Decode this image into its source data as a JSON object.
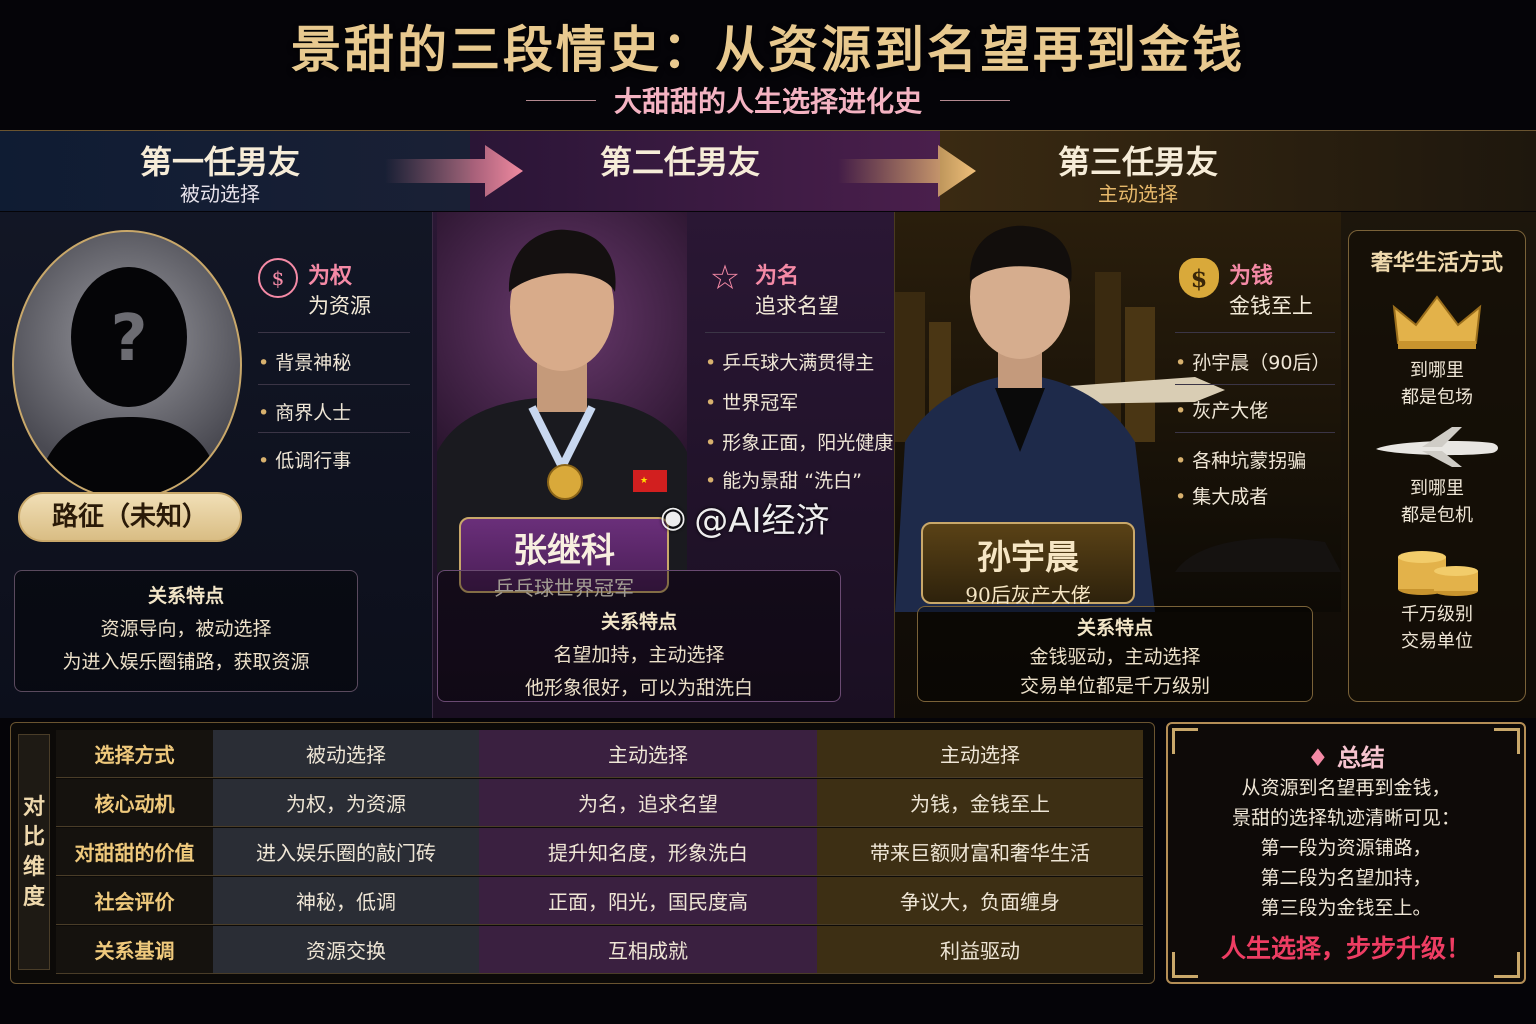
{
  "title": "景甜的三段情史：从资源到名望再到金钱",
  "subtitle": "大甜甜的人生选择进化史",
  "columns": [
    {
      "header": "第一任男友",
      "sub": "被动选择"
    },
    {
      "header": "第二任男友",
      "sub": ""
    },
    {
      "header": "第三任男友",
      "sub": "主动选择"
    }
  ],
  "bf1": {
    "name": "路征（未知）",
    "tag_title": "为权",
    "tag_sub": "为资源",
    "bullets": [
      "背景神秘",
      "商界人士",
      "低调行事"
    ],
    "rel_title": "关系特点",
    "rel_lines": [
      "资源导向，被动选择",
      "为进入娱乐圈铺路，获取资源"
    ]
  },
  "bf2": {
    "name": "张继科",
    "name_sub": "乒乓球世界冠军",
    "tag_title": "为名",
    "tag_sub": "追求名望",
    "bullets": [
      "乒乓球大满贯得主",
      "世界冠军",
      "形象正面，阳光健康",
      "能为景甜 “洗白”"
    ],
    "rel_title": "关系特点",
    "rel_lines": [
      "名望加持，主动选择",
      "他形象很好，可以为甜洗白"
    ]
  },
  "bf3": {
    "name": "孙宇晨",
    "name_sub": "90后灰产大佬",
    "tag_title": "为钱",
    "tag_sub": "金钱至上",
    "bullets": [
      "孙宇晨（90后）",
      "灰产大佬",
      "各种坑蒙拐骗",
      "集大成者"
    ],
    "rel_title": "关系特点",
    "rel_lines": [
      "金钱驱动，主动选择",
      "交易单位都是千万级别"
    ]
  },
  "luxury": {
    "title": "奢华生活方式",
    "items": [
      {
        "icon": "crown-icon",
        "l1": "到哪里",
        "l2": "都是包场"
      },
      {
        "icon": "jet-icon",
        "l1": "到哪里",
        "l2": "都是包机"
      },
      {
        "icon": "gold-coins-icon",
        "l1": "千万级别",
        "l2": "交易单位"
      }
    ]
  },
  "compare": {
    "label_chars": [
      "对",
      "比",
      "维",
      "度"
    ],
    "rows": [
      [
        "选择方式",
        "被动选择",
        "主动选择",
        "主动选择"
      ],
      [
        "核心动机",
        "为权，为资源",
        "为名，追求名望",
        "为钱，金钱至上"
      ],
      [
        "对甜甜的价值",
        "进入娱乐圈的敲门砖",
        "提升知名度，形象洗白",
        "带来巨额财富和奢华生活"
      ],
      [
        "社会评价",
        "神秘，低调",
        "正面，阳光，国民度高",
        "争议大，负面缠身"
      ],
      [
        "关系基调",
        "资源交换",
        "互相成就",
        "利益驱动"
      ]
    ]
  },
  "summary": {
    "title": "总结",
    "lines": [
      "从资源到名望再到金钱，",
      "景甜的选择轨迹清晰可见：",
      "第一段为资源铺路，",
      "第二段为名望加持，",
      "第三段为金钱至上。"
    ],
    "final": "人生选择，步步升级！"
  },
  "watermark": "@AI经济",
  "colors": {
    "gold": "#e8c98f",
    "pink": "#f58aa6",
    "accent_red": "#ee3d63"
  }
}
